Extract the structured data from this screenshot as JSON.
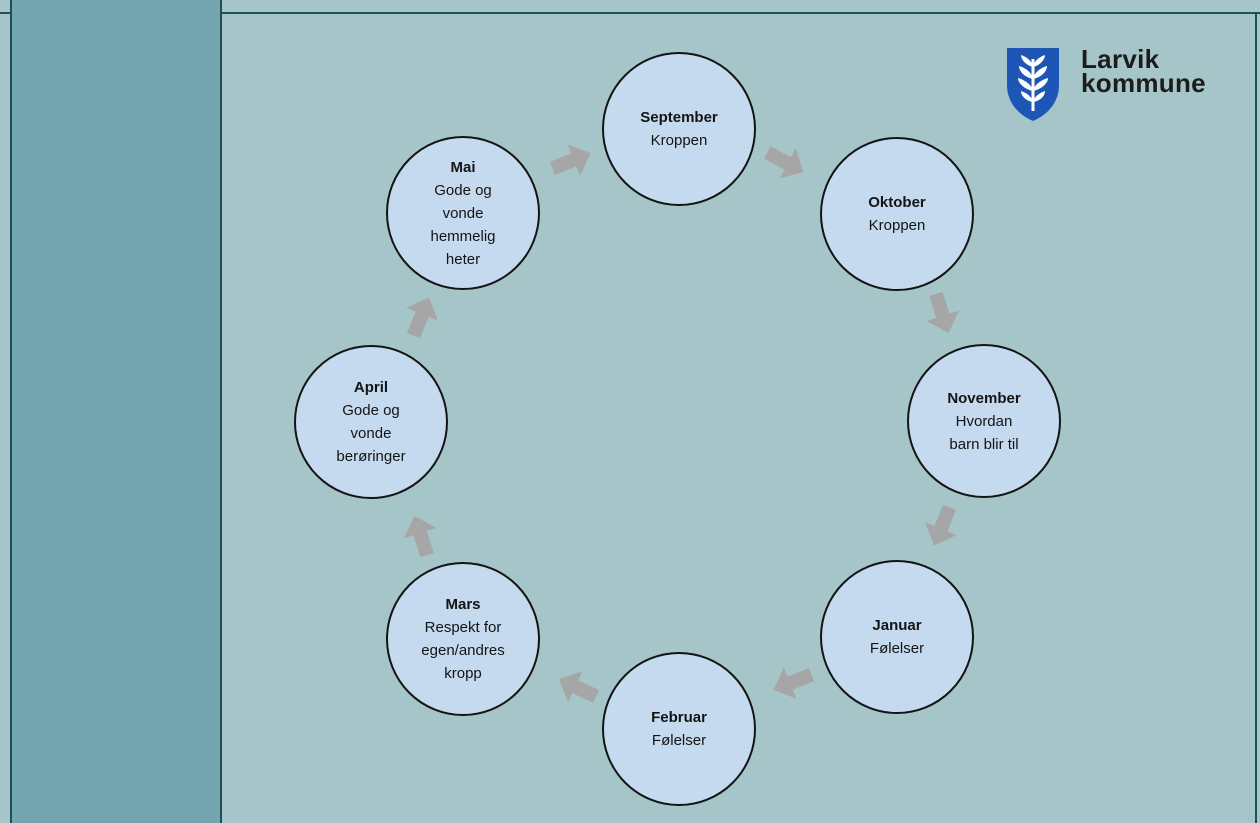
{
  "logo": {
    "line1": "Larvik",
    "line2": "kommune",
    "brand_color": "#1d56b5"
  },
  "nodes": [
    {
      "month": "September",
      "topic": "Kroppen"
    },
    {
      "month": "Oktober",
      "topic": "Kroppen"
    },
    {
      "month": "November",
      "topic": "Hvordan\nbarn blir til"
    },
    {
      "month": "Januar",
      "topic": "Følelser"
    },
    {
      "month": "Februar",
      "topic": "Følelser"
    },
    {
      "month": "Mars",
      "topic": "Respekt for\negen/andres\nkropp"
    },
    {
      "month": "April",
      "topic": "Gode og\nvonde\nberøringer"
    },
    {
      "month": "Mai",
      "topic": "Gode og\nvonde\nhemmelig\nheter"
    }
  ],
  "colors": {
    "node_fill": "#c5daef",
    "arrow": "#a6a6a6",
    "background": "#a5c5c8",
    "sidebar": "#74a4ae",
    "border": "#1e5056"
  }
}
